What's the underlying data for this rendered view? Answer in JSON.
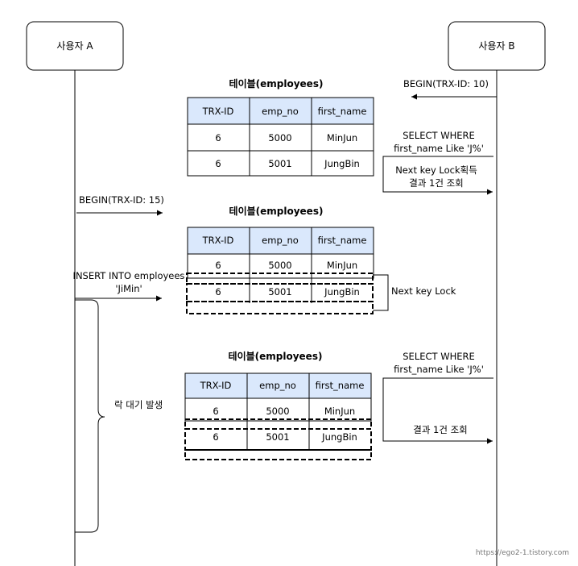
{
  "actors": {
    "a": "사용자 A",
    "b": "사용자 B"
  },
  "tables": [
    {
      "title": "테이블(employees)",
      "headers": [
        "TRX-ID",
        "emp_no",
        "first_name"
      ],
      "rows": [
        [
          "6",
          "5000",
          "MinJun"
        ],
        [
          "6",
          "5001",
          "JungBin"
        ]
      ]
    },
    {
      "title": "테이블(employees)",
      "headers": [
        "TRX-ID",
        "emp_no",
        "first_name"
      ],
      "rows": [
        [
          "6",
          "5000",
          "MinJun"
        ],
        [
          "6",
          "5001",
          "JungBin"
        ]
      ]
    },
    {
      "title": "테이블(employees)",
      "headers": [
        "TRX-ID",
        "emp_no",
        "first_name"
      ],
      "rows": [
        [
          "6",
          "5000",
          "MinJun"
        ],
        [
          "6",
          "5001",
          "JungBin"
        ]
      ]
    }
  ],
  "messages": {
    "begin_b": "BEGIN(TRX-ID: 10)",
    "select1_line1": "SELECT WHERE",
    "select1_line2": "first_name Like 'J%'",
    "lock_acquired_line1": "Next key Lock획득",
    "lock_acquired_line2": "결과 1건 조회",
    "begin_a": "BEGIN(TRX-ID: 15)",
    "insert_line1": "INSERT INTO employees",
    "insert_line2": "'JiMin'",
    "next_key_lock": "Next key Lock",
    "lock_wait": "락 대기 발생",
    "select2_line1": "SELECT WHERE",
    "select2_line2": "first_name Like 'J%'",
    "result2": "결과 1건 조회"
  },
  "watermark": "https://ego2-1.tistory.com"
}
